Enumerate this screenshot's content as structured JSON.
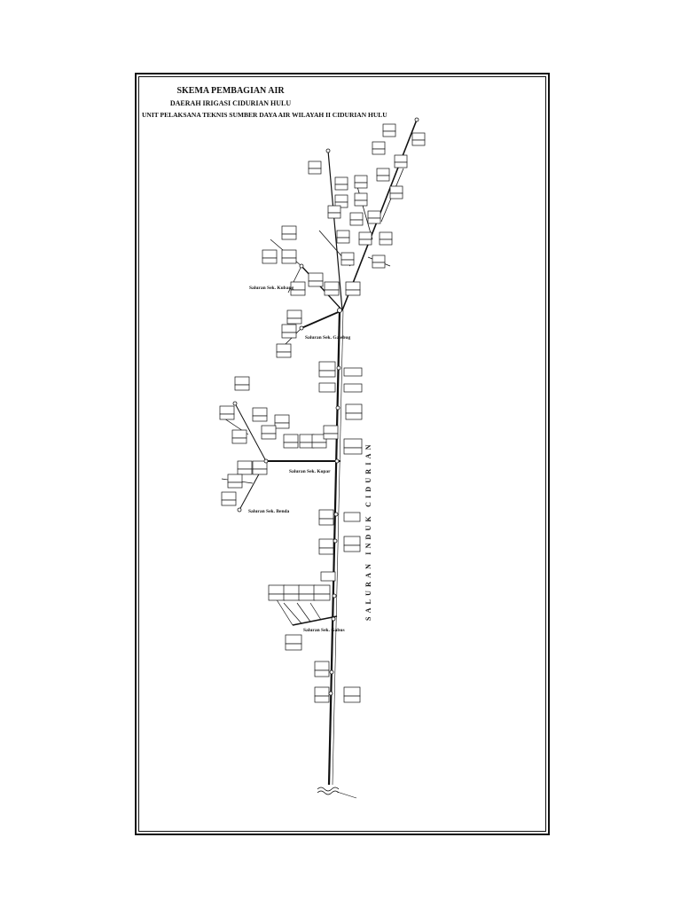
{
  "title": {
    "line1": "SKEMA PEMBAGIAN AIR",
    "line2": "DAERAH IRIGASI CIDURIAN HULU",
    "line3": "UNIT PELAKSANA TEKNIS SUMBER DAYA AIR WILAYAH II CIDURIAN HULU"
  },
  "channels": {
    "main": "SALURAN INDUK CIDURIAN",
    "kubang": "Saluran Sek. Kubang",
    "galebug": "Saluran Sek. Galebug",
    "kopar": "Saluran Sek. Kopar",
    "benda": "Saluran Sek. Benda",
    "gabus": "Saluran Sek. Gabus"
  },
  "colors": {
    "line": "#111111",
    "background": "#ffffff"
  }
}
